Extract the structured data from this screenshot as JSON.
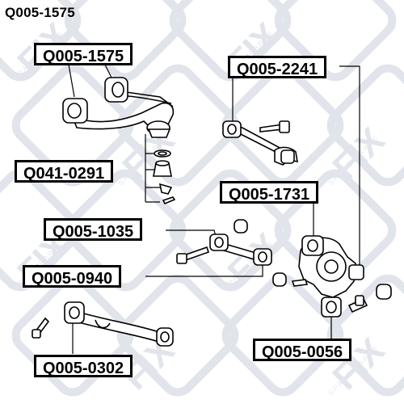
{
  "page_title": "Q005-1575",
  "watermark": {
    "brand": "FIX",
    "subtitle": "SPARE PARTS"
  },
  "labels": {
    "q005_1575": "Q005-1575",
    "q005_2241": "Q005-2241",
    "q041_0291": "Q041-0291",
    "q005_1731": "Q005-1731",
    "q005_1035": "Q005-1035",
    "q005_0940": "Q005-0940",
    "q005_0056": "Q005-0056",
    "q005_0302": "Q005-0302"
  },
  "colors": {
    "line": "#000000",
    "part_fill": "#ffffff",
    "watermark": "#dde0e6"
  }
}
